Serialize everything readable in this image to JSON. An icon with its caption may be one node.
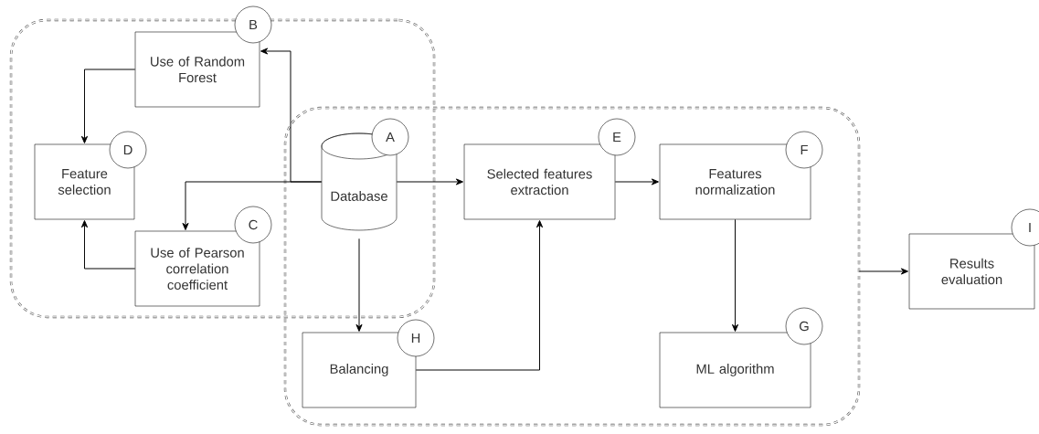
{
  "diagram": {
    "nodes": [
      {
        "text": [],
        "shape": "box"
      },
      {
        "text": [
          "Use of Random Forest"
        ],
        "in": 0
      },
      {
        "text": [
          "B"
        ]
      },
      {
        "text": [
          "Feature selection"
        ],
        "in": 0
      },
      {
        "text": [
          "D"
        ],
        "in": 0
      },
      {
        "text": [
          "Use of Pearson correlation coefficient"
        ],
        "in": 0
      },
      {
        "text": [
          "C"
        ],
        "in": 0
      },
      {
        "text": [],
        "shape": "box"
      },
      {
        "text": [
          "Database"
        ]
      },
      {
        "text": [
          "A"
        ]
      },
      {
        "text": [
          "Selected features extraction"
        ],
        "in": 7
      },
      {
        "text": [
          "E"
        ],
        "in": 7
      },
      {
        "text": [
          "Features normalization"
        ],
        "in": 7
      },
      {
        "text": [
          "F"
        ],
        "in": 7
      },
      {
        "text": [
          "Balancing"
        ],
        "in": 7
      },
      {
        "text": [
          "H"
        ],
        "in": 7
      },
      {
        "text": [
          "ML algorithm"
        ],
        "in": 7
      },
      {
        "text": [
          "G"
        ],
        "in": 7
      },
      {
        "text": [
          "Results evaluation"
        ]
      },
      {
        "text": [
          "I"
        ]
      }
    ],
    "edges": [
      {
        "from": 8,
        "to": 1,
        "arrow": "to"
      },
      {
        "from": 8,
        "to": 5,
        "arrow": "to"
      },
      {
        "from": 1,
        "to": 3,
        "arrow": "to"
      },
      {
        "from": 5,
        "to": 3,
        "arrow": "to"
      },
      {
        "from": 8,
        "to": 10,
        "arrow": "to"
      },
      {
        "from": 10,
        "to": 12,
        "arrow": "to"
      },
      {
        "from": 12,
        "to": 16,
        "arrow": "to"
      },
      {
        "from": 8,
        "to": 14,
        "arrow": "to"
      },
      {
        "from": 14,
        "to": 10,
        "arrow": "to"
      },
      {
        "from": 7,
        "to": 18,
        "arrow": "to"
      }
    ]
  }
}
